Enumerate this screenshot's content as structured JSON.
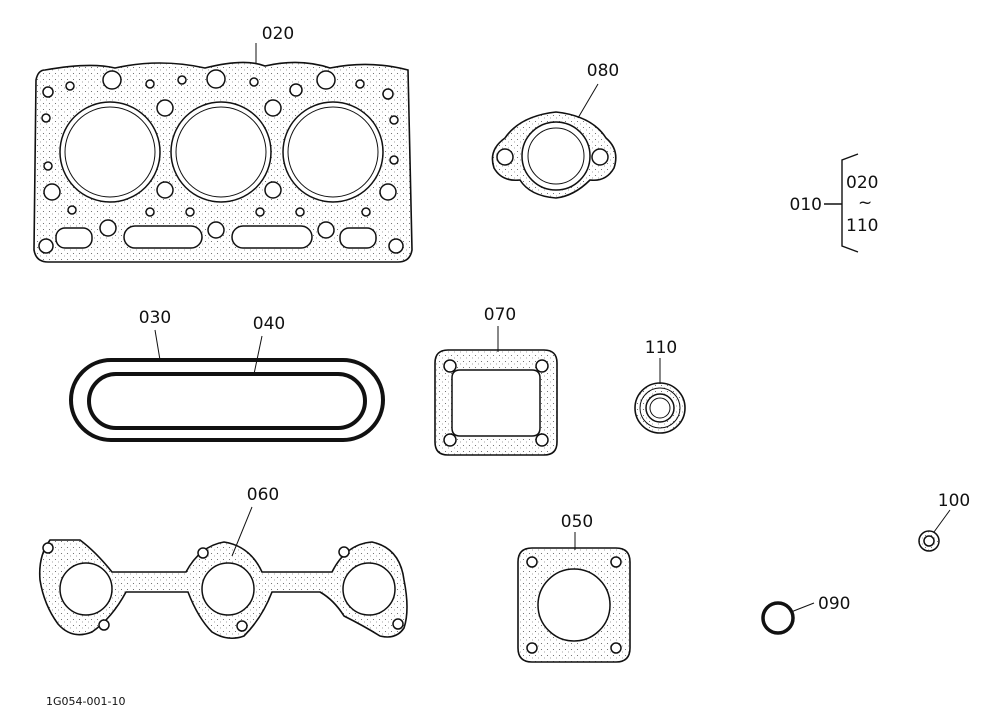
{
  "callouts": {
    "p020": "020",
    "p080": "080",
    "p030": "030",
    "p040": "040",
    "p070": "070",
    "p110": "110",
    "p060": "060",
    "p050": "050",
    "p100": "100",
    "p090": "090"
  },
  "kit_range": {
    "main": "010",
    "from": "020",
    "tilde": "~",
    "to": "110"
  },
  "drawing_code": "1G054-001-10"
}
